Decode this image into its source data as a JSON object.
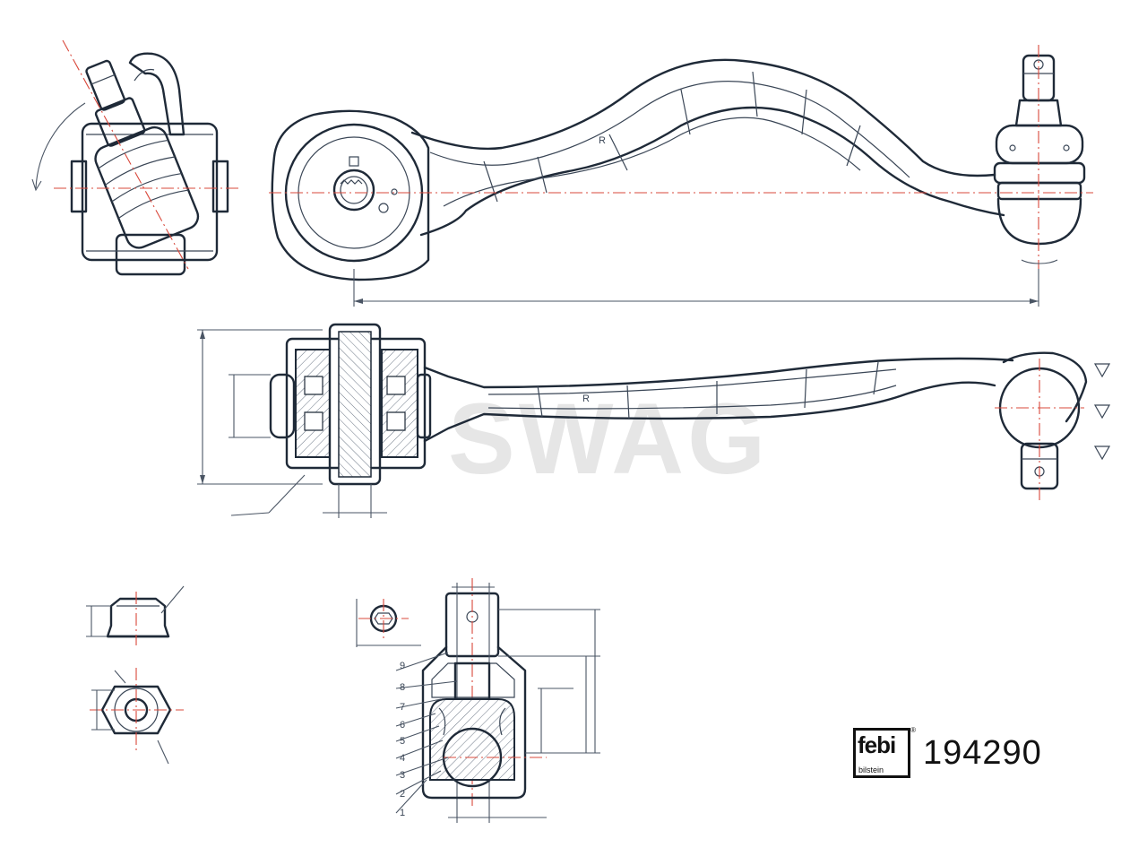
{
  "watermark": "SWAG",
  "brand": {
    "logo_main": "febi",
    "logo_sub": "bilstein",
    "registered_mark": "®"
  },
  "part_number": "194290",
  "callouts": [
    "1",
    "2",
    "3",
    "4",
    "5",
    "6",
    "7",
    "8",
    "9"
  ],
  "colors": {
    "line": "#1f2a38",
    "centerline": "#d9483b",
    "dimension": "#4a5564",
    "watermark": "#e6e6e6"
  }
}
